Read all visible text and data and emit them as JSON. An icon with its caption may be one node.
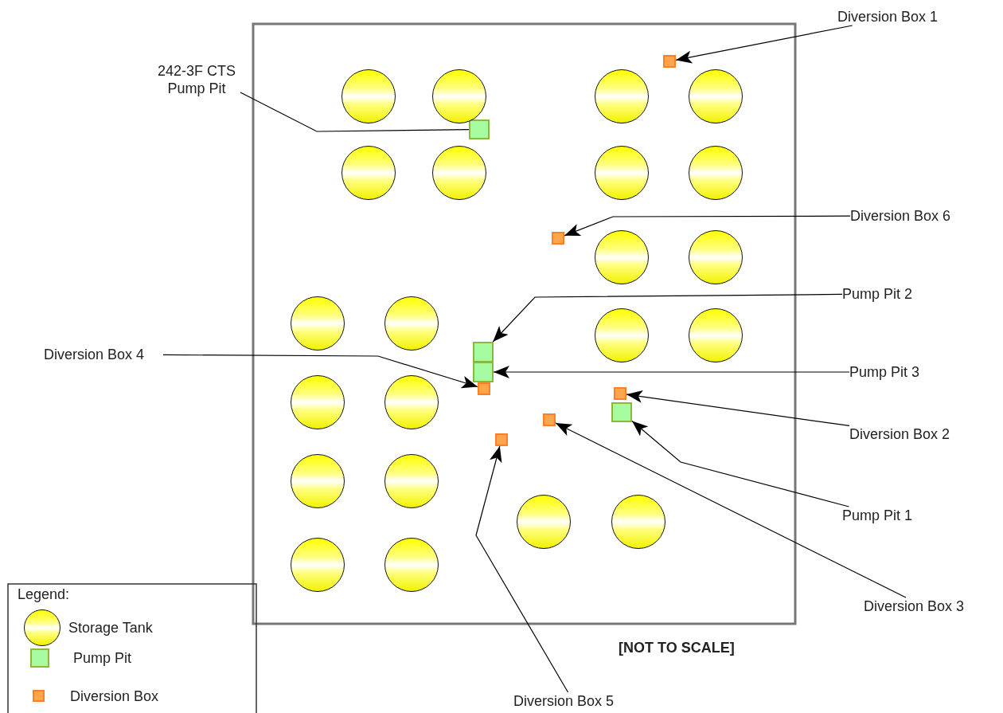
{
  "diagram": {
    "nodes": [
      {
        "text": [
          "242-3F CTS Pump Pit"
        ]
      },
      {
        "text": [
          "Diversion Box 1"
        ]
      },
      {
        "text": [
          "Diversion Box 6"
        ]
      },
      {
        "text": [
          "Pump Pit 2"
        ]
      },
      {
        "text": [
          "Diversion Box 4"
        ]
      },
      {
        "text": [
          "Pump Pit 3"
        ]
      },
      {
        "text": [
          "Diversion Box 2"
        ]
      },
      {
        "text": [
          "Pump Pit 1"
        ]
      },
      {
        "text": [
          "Diversion Box 3"
        ]
      },
      {
        "text": [
          "Diversion Box 5"
        ]
      },
      {
        "text": [],
        "shape": "box"
      },
      {
        "text": [],
        "shape": "box"
      },
      {
        "text": [],
        "shape": "box"
      },
      {
        "text": [],
        "shape": "box"
      },
      {
        "text": [],
        "shape": "box"
      },
      {
        "text": [],
        "shape": "box"
      },
      {
        "text": [],
        "shape": "box"
      },
      {
        "text": [],
        "shape": "box"
      },
      {
        "text": [],
        "shape": "box"
      },
      {
        "text": [],
        "shape": "box"
      },
      {
        "text": [],
        "shape": "circle"
      },
      {
        "text": [],
        "shape": "circle"
      },
      {
        "text": [],
        "shape": "circle"
      },
      {
        "text": [],
        "shape": "circle"
      },
      {
        "text": [],
        "shape": "circle"
      },
      {
        "text": [],
        "shape": "circle"
      },
      {
        "text": [],
        "shape": "circle"
      },
      {
        "text": [],
        "shape": "circle"
      },
      {
        "text": [],
        "shape": "circle"
      },
      {
        "text": [],
        "shape": "circle"
      },
      {
        "text": [],
        "shape": "circle"
      },
      {
        "text": [],
        "shape": "circle"
      },
      {
        "text": [],
        "shape": "circle"
      },
      {
        "text": [],
        "shape": "circle"
      },
      {
        "text": [],
        "shape": "circle"
      },
      {
        "text": [],
        "shape": "circle"
      },
      {
        "text": [],
        "shape": "circle"
      },
      {
        "text": [],
        "shape": "circle"
      },
      {
        "text": [],
        "shape": "circle"
      },
      {
        "text": [],
        "shape": "circle"
      },
      {
        "text": [],
        "shape": "circle"
      },
      {
        "text": [],
        "shape": "circle"
      }
    ],
    "edges": [
      {
        "from": 0,
        "to": 10,
        "arrow": "none"
      },
      {
        "from": 1,
        "to": 11,
        "arrow": "to"
      },
      {
        "from": 2,
        "to": 12,
        "arrow": "to"
      },
      {
        "from": 3,
        "to": 13,
        "arrow": "to"
      },
      {
        "from": 4,
        "to": 15,
        "arrow": "to"
      },
      {
        "from": 5,
        "to": 14,
        "arrow": "to"
      },
      {
        "from": 6,
        "to": 16,
        "arrow": "to"
      },
      {
        "from": 7,
        "to": 17,
        "arrow": "to"
      },
      {
        "from": 8,
        "to": 18,
        "arrow": "to"
      },
      {
        "from": 9,
        "to": 19,
        "arrow": "to"
      }
    ],
    "labels": [
      "Legend:",
      "[NOT TO SCALE]"
    ],
    "legend": [
      {
        "text": "Storage Tank"
      },
      {
        "text": "Pump Pit",
        "color": "#a6fba0"
      },
      {
        "text": "Diversion Box",
        "color": "#ffa64d"
      }
    ]
  }
}
